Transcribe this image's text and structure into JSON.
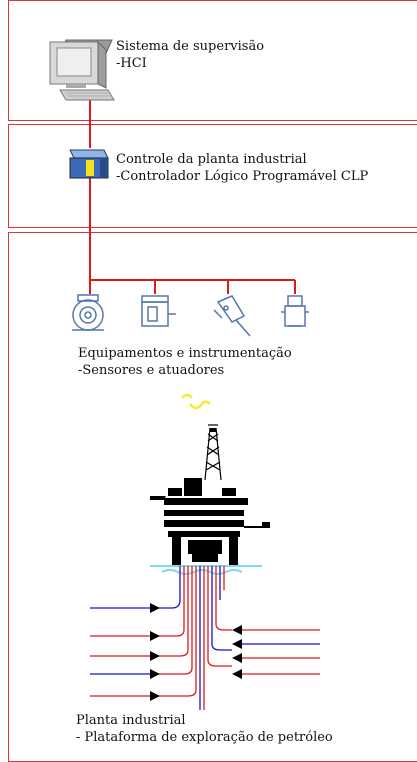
{
  "levels": {
    "supervision": {
      "title": "Sistema de supervisão",
      "subtitle": "-HCI",
      "icon": "computer-workstation-icon"
    },
    "control": {
      "title": "Controle da planta industrial",
      "subtitle": "-Controlador Lógico Programável CLP",
      "icon": "plc-controller-icon"
    },
    "field": {
      "title": "Equipamentos e instrumentação",
      "subtitle": "-Sensores e atuadores",
      "icons": [
        "pump-icon",
        "sensor-transmitter-icon",
        "actuator-valve-icon",
        "control-valve-icon"
      ]
    },
    "plant": {
      "title": "Planta industrial",
      "subtitle": "- Plataforma de exploração de petróleo",
      "icon": "oil-platform-icon"
    }
  },
  "colors": {
    "border": "#d23a3a",
    "connector": "#e01818",
    "field_icons": "#5577aa",
    "flame": "#f2ee2a",
    "water": "#7fd8ee",
    "inflow_red": "#e01818",
    "inflow_blue": "#1515cc"
  }
}
